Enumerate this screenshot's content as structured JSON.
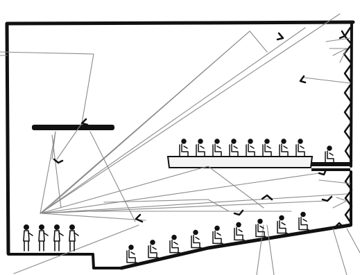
{
  "diagram": {
    "subject": "auditorium-section",
    "colors": {
      "background": "#ffffff",
      "walls": "#111111",
      "ray": "#8a8a8a",
      "figure": "#111111",
      "balcony_fill": "#f4f4f4"
    },
    "counts": {
      "stage_performers": 4,
      "balcony_audience": 8,
      "balcony_standing": 1,
      "main_audience": 9
    }
  }
}
